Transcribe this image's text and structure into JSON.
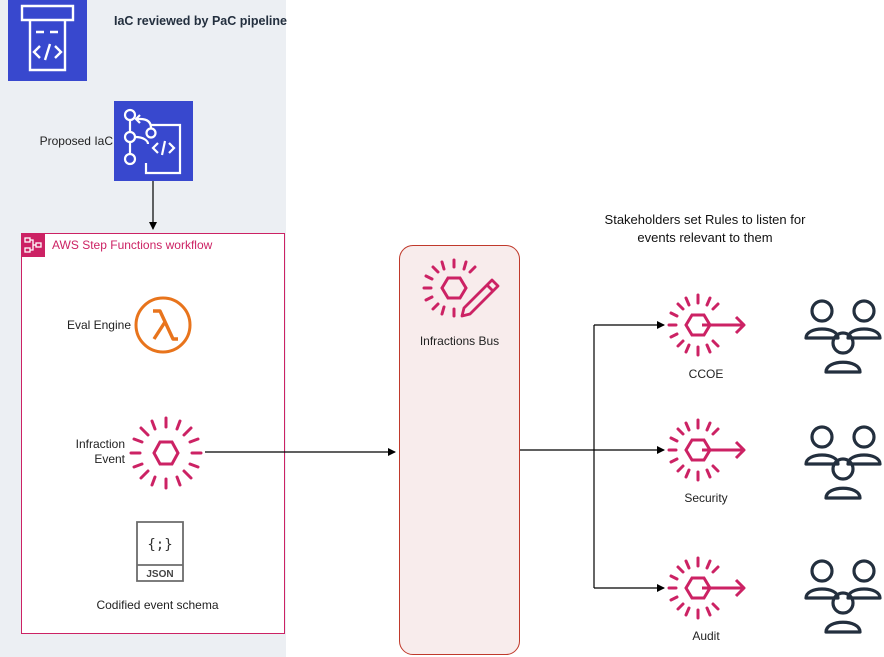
{
  "pipeline": {
    "title": "IaC reviewed by PaC pipeline",
    "proposed_label": "Proposed IaC"
  },
  "workflow": {
    "title": "AWS Step Functions workflow",
    "eval_engine_label": "Eval Engine",
    "infraction_event_label_line1": "Infraction",
    "infraction_event_label_line2": "Event",
    "schema_label": "Codified event schema",
    "json_file_text": "JSON",
    "json_braces_text": "{;}"
  },
  "bus": {
    "label": "Infractions Bus"
  },
  "stakeholders": {
    "caption_line1": "Stakeholders set Rules to listen for",
    "caption_line2": "events relevant to them",
    "targets": [
      {
        "label": "CCOE"
      },
      {
        "label": "Security"
      },
      {
        "label": "Audit"
      }
    ]
  },
  "colors": {
    "aws_blue": "#3848ce",
    "event_red": "#cc2264",
    "lambda_orange": "#e8741c",
    "panel_gray": "#eceff3",
    "bus_fill": "#f8ecec",
    "bus_border": "#c0392b"
  },
  "icons": {
    "pipeline": "code-window-icon",
    "proposed_iac": "git-code-icon",
    "step_functions": "step-functions-icon",
    "eval_engine": "lambda-icon",
    "infraction_event": "eventbridge-event-icon",
    "schema": "json-file-icon",
    "bus": "eventbridge-bus-icon",
    "rule": "eventbridge-rule-icon",
    "users": "users-group-icon"
  }
}
